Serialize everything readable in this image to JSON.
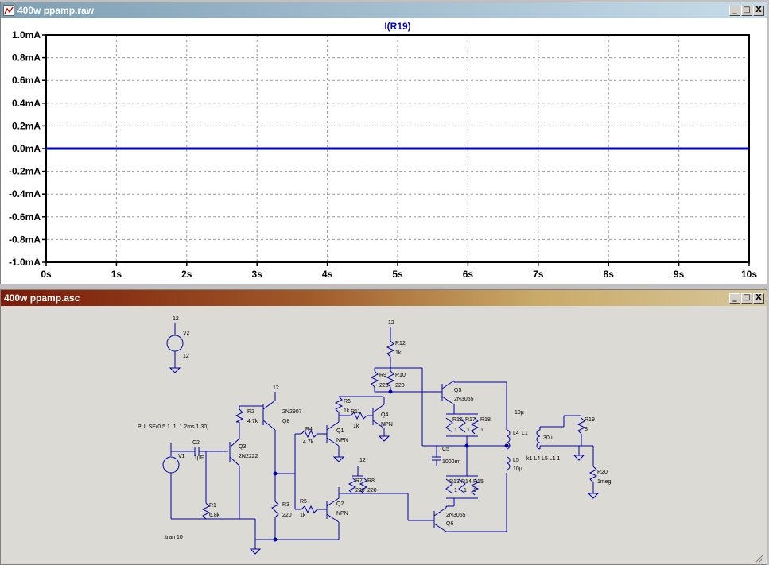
{
  "waveform_window": {
    "title": "400w ppamp.raw",
    "controls": [
      "_",
      "□",
      "X"
    ]
  },
  "schematic_window": {
    "title": "400w ppamp.asc",
    "controls": [
      "_",
      "□",
      "X"
    ],
    "labels": {
      "v2": "V2",
      "v2_val": "12",
      "v1": "V1",
      "pulse": "PULSE(0 5 1 .1 .1 2ms 1 30)",
      "tran": ".tran 10",
      "c2": "C2",
      "c2_val": ".1µF",
      "q3": "Q3",
      "q3_val": "2N2222",
      "r2": "R2",
      "r2_val": "4.7k",
      "r1": "R1",
      "r1_val": "6.8k",
      "q8_model": "2N2907",
      "q8": "Q8",
      "r4": "R4",
      "r4_val": "4.7k",
      "r3": "R3",
      "r3_val": "220",
      "r5": "R5",
      "r5_val": "1k",
      "q1": "Q1",
      "q1_val": "NPN",
      "q2": "Q2",
      "q2_val": "NPN",
      "r6": "R6",
      "r6_val": "1k",
      "r11": "R11",
      "r11_val": "1k",
      "q4": "Q4",
      "q4_val": "NPN",
      "r12": "R12",
      "r12_val": "1k",
      "r9": "R9",
      "r9_val": "220",
      "r10": "R10",
      "r10_val": "220",
      "r7": "R7",
      "r7_val": "220",
      "r8": "R8",
      "r8_val": "220",
      "q5": "Q5",
      "q5_val": "2N3055",
      "r16": "R16",
      "r17": "R17",
      "r18": "R18",
      "r13": "R13",
      "r14": "R14",
      "r15": "R15",
      "one": "1",
      "c5": "C5",
      "c5_val": "1000mf",
      "q6_model": "2N3055",
      "q6": "Q6",
      "l4": "L4",
      "l1": "L1",
      "l4_val": "10µ",
      "l5": "L5",
      "l5_val": "10µ",
      "l1_val": "30µ",
      "k1": "k1 L4 L5 L1 1",
      "r19": "R19",
      "r19_val": "8",
      "r20": "R20",
      "r20_val": "1meg",
      "vcc": "12"
    }
  },
  "chart_data": {
    "type": "line",
    "title": "I(R19)",
    "xlim": [
      0,
      10
    ],
    "ylim": [
      -1.0,
      1.0
    ],
    "x_ticks": [
      0,
      1,
      2,
      3,
      4,
      5,
      6,
      7,
      8,
      9,
      10
    ],
    "x_tick_labels": [
      "0s",
      "1s",
      "2s",
      "3s",
      "4s",
      "5s",
      "6s",
      "7s",
      "8s",
      "9s",
      "10s"
    ],
    "y_ticks": [
      1.0,
      0.8,
      0.6,
      0.4,
      0.2,
      0.0,
      -0.2,
      -0.4,
      -0.6,
      -0.8,
      -1.0
    ],
    "y_tick_labels": [
      "1.0mA",
      "0.8mA",
      "0.6mA",
      "0.4mA",
      "0.2mA",
      "0.0mA",
      "-0.2mA",
      "-0.4mA",
      "-0.6mA",
      "-0.8mA",
      "-1.0mA"
    ],
    "grid": true,
    "series": [
      {
        "name": "I(R19)",
        "color": "#0000c8",
        "x": [
          0,
          10
        ],
        "y": [
          0,
          0
        ]
      }
    ]
  }
}
